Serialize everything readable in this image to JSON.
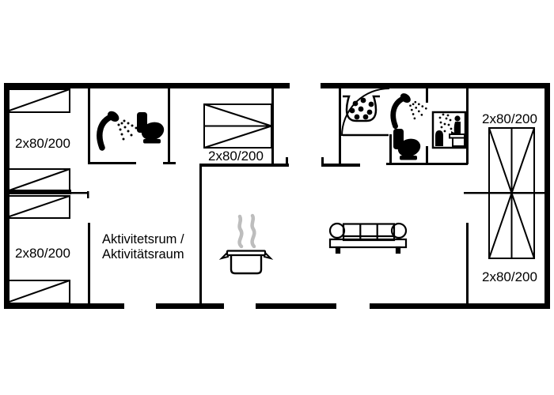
{
  "plan": {
    "bed_labels": {
      "top_left": "2x80/200",
      "bottom_left": "2x80/200",
      "middle": "2x80/200",
      "top_right": "2x80/200",
      "bottom_right": "2x80/200"
    },
    "activity_room": {
      "line1": "Aktivitetsrum /",
      "line2": "Aktivitätsraum"
    },
    "icons": [
      "shower-icon",
      "toilet-icon",
      "whirlpool-icon",
      "sauna-icon",
      "door-swing-icon",
      "cooking-pot-icon",
      "steam-icon",
      "sofa-icon",
      "bed-icon"
    ],
    "colors": {
      "wall": "#000000",
      "background": "#ffffff",
      "steam_gray": "#bdbdbd"
    }
  }
}
